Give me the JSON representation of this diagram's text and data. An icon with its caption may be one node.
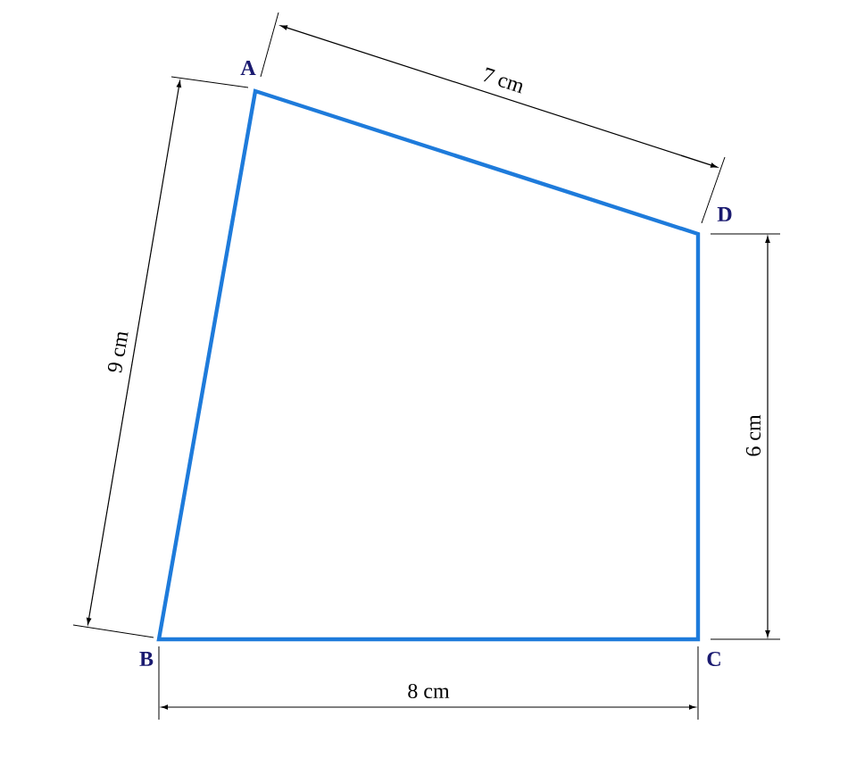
{
  "diagram": {
    "labels": [
      "A",
      "7 cm",
      "D",
      "9 cm",
      "6 cm",
      "B",
      "C",
      "8 cm"
    ]
  }
}
